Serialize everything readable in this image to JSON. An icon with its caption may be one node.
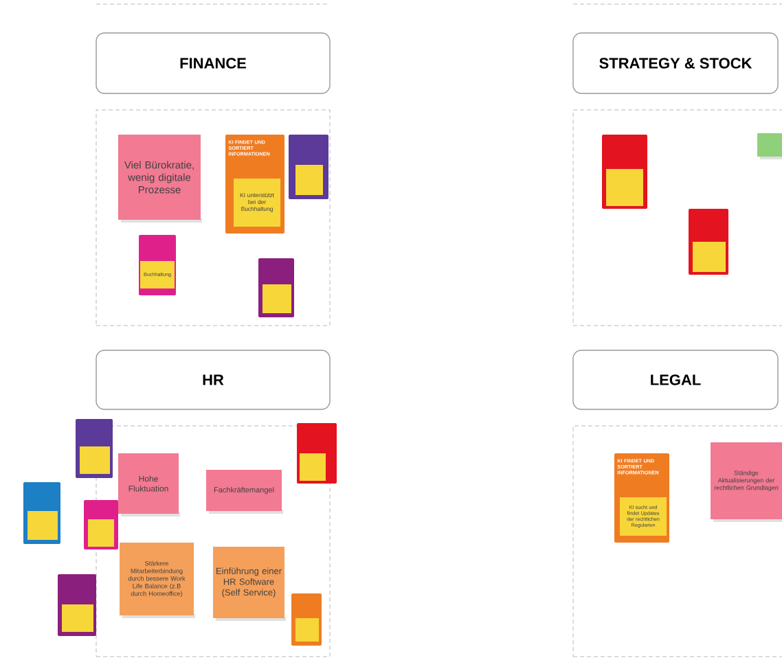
{
  "diagram": {
    "nodes": [
      {
        "text": [
          "FINANCE"
        ]
      },
      {
        "text": [],
        "shape": "box"
      },
      {
        "text": [
          "Viel Bürokratie, wenig digitale Prozesse"
        ],
        "in": 1
      },
      {
        "text": [
          "KI FINDET UND SORTIERT INFORMATIONEN"
        ],
        "in": 1
      },
      {
        "text": [
          "KI unterstützt bei der Buchhaltung"
        ],
        "in": 3
      },
      {
        "text": [],
        "shape": "box",
        "in": 1
      },
      {
        "text": [],
        "shape": "box",
        "in": 5
      },
      {
        "text": [],
        "shape": "box",
        "in": 1
      },
      {
        "text": [
          "Buchhaltung"
        ],
        "in": 7
      },
      {
        "text": [],
        "shape": "box",
        "in": 1
      },
      {
        "text": [],
        "shape": "box",
        "in": 9
      },
      {
        "text": [
          "STRATEGY & STOCK"
        ]
      },
      {
        "text": [],
        "shape": "box"
      },
      {
        "text": [],
        "shape": "box",
        "in": 12
      },
      {
        "text": [],
        "shape": "box",
        "in": 13
      },
      {
        "text": [],
        "shape": "box",
        "in": 12
      },
      {
        "text": [],
        "shape": "box",
        "in": 12
      },
      {
        "text": [],
        "shape": "box",
        "in": 16
      },
      {
        "text": [
          "HR"
        ]
      },
      {
        "text": [],
        "shape": "box"
      },
      {
        "text": [],
        "shape": "box"
      },
      {
        "text": [],
        "shape": "box",
        "in": 20
      },
      {
        "text": [],
        "shape": "box"
      },
      {
        "text": [],
        "shape": "box",
        "in": 22
      },
      {
        "text": [],
        "shape": "box"
      },
      {
        "text": [],
        "shape": "box",
        "in": 24
      },
      {
        "text": [],
        "shape": "box"
      },
      {
        "text": [],
        "shape": "box",
        "in": 26
      },
      {
        "text": [
          "Hohe Fluktuation"
        ],
        "in": 19
      },
      {
        "text": [
          "Fachkräftemangel"
        ],
        "in": 19
      },
      {
        "text": [
          "Stärkere Mitarbeiterbindung durch bessere Work Life Balance (z.B durch Homeoffice)"
        ],
        "in": 19
      },
      {
        "text": [
          "Einführung einer HR Software (Self Service)"
        ],
        "in": 19
      },
      {
        "text": [],
        "shape": "box"
      },
      {
        "text": [],
        "shape": "box"
      },
      {
        "text": [],
        "shape": "box",
        "in": 19
      },
      {
        "text": [],
        "shape": "box",
        "in": 34
      },
      {
        "text": [
          "LEGAL"
        ]
      },
      {
        "text": [],
        "shape": "box"
      },
      {
        "text": [
          "KI FINDET UND SORTIERT INFORMATIONEN"
        ],
        "in": 37
      },
      {
        "text": [
          "KI sucht und findet Updates der rechtlichen Regularien"
        ],
        "in": 38
      },
      {
        "text": [
          "Ständige Aktualisierungen der rechtlichen Grundlagen"
        ],
        "in": 37
      }
    ]
  }
}
